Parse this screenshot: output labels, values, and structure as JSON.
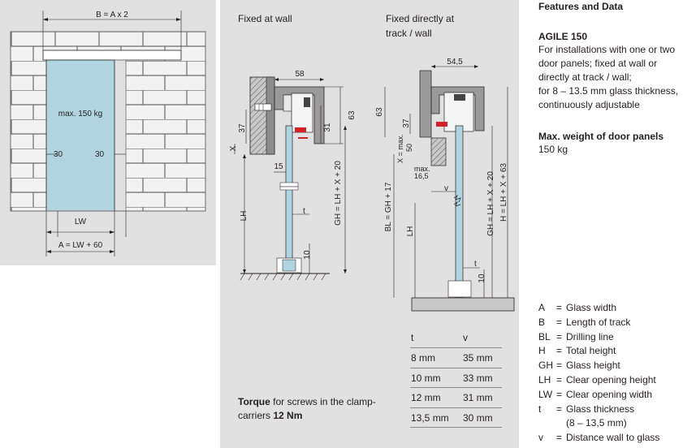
{
  "left_diagram": {
    "width_label": "B = A x 2",
    "weight_label": "max. 150 kg",
    "offset_left": "30",
    "offset_right": "30",
    "lw_label": "LW",
    "a_label": "A = LW + 60"
  },
  "wall_diagram": {
    "title": "Fixed at wall",
    "dims": {
      "d58": "58",
      "d63": "63",
      "d37": "37",
      "d31": "31",
      "dx": "X",
      "d15": "15",
      "dlh": "LH",
      "dt": "t",
      "d10": "10",
      "dgh": "GH = LH + X + 20"
    }
  },
  "track_diagram": {
    "title_line1": "Fixed directly at",
    "title_line2": "track / wall",
    "dims": {
      "d545": "54,5",
      "d63": "63",
      "d37": "37",
      "dxmax": "X = max.",
      "dxmax2": "50",
      "dmax": "max.",
      "d165": "16,5",
      "dv": "v",
      "dbl": "BL = GH + 17",
      "dlh": "LH",
      "dgh": "GH = LH + X + 20",
      "dh": "H = LH + X + 63",
      "dt": "t",
      "d10": "10"
    }
  },
  "table": {
    "headers": [
      "t",
      "v"
    ],
    "rows": [
      [
        "8 mm",
        "35 mm"
      ],
      [
        "10 mm",
        "33 mm"
      ],
      [
        "12 mm",
        "31 mm"
      ],
      [
        "13,5 mm",
        "30 mm"
      ]
    ]
  },
  "torque": {
    "label_bold": "Torque",
    "label_text": " for screws in the clamp-carriers ",
    "value": "12 Nm"
  },
  "features": {
    "title": "Features and Data",
    "product": "AGILE 150",
    "description_lines": [
      "For installations with one or two",
      "door panels; fixed at wall or",
      "directly at track / wall;",
      "for 8 – 13.5 mm glass thickness,",
      "continuously adjustable"
    ],
    "weight_title": "Max. weight of door panels",
    "weight_value": "150 kg"
  },
  "legend": [
    {
      "key": "A",
      "text": "Glass width"
    },
    {
      "key": "B",
      "text": "Length of track"
    },
    {
      "key": "BL",
      "text": "Drilling line"
    },
    {
      "key": "H",
      "text": "Total height"
    },
    {
      "key": "GH",
      "text": "Glass height"
    },
    {
      "key": "LH",
      "text": "Clear opening height"
    },
    {
      "key": "LW",
      "text": "Clear opening width"
    },
    {
      "key": "t",
      "text": "Glass thickness"
    },
    {
      "key": "v",
      "text": "Distance wall to glass"
    }
  ],
  "legend_note": "(8 – 13,5 mm)",
  "colors": {
    "panel_bg": "#e1e1e1",
    "glass": "#b0d5e1",
    "line": "#231f20",
    "red": "#d42027"
  }
}
